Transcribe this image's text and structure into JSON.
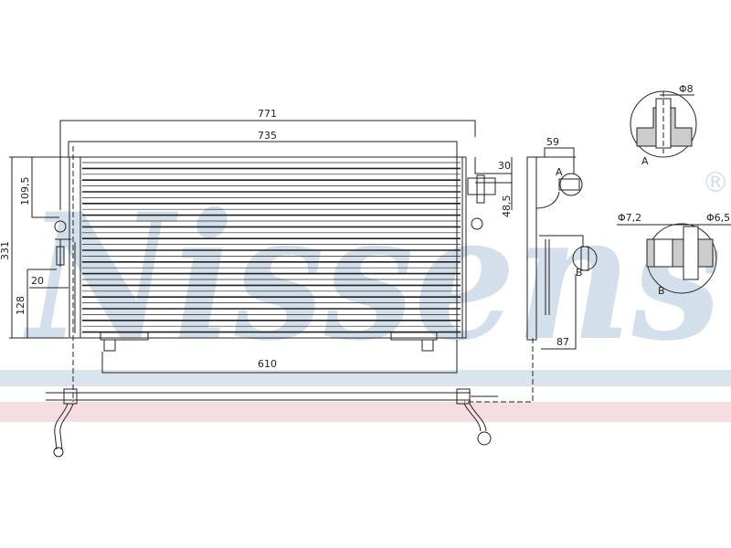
{
  "watermark": {
    "brand": "Nissens",
    "registered_mark": "®",
    "color": "#d3dfea",
    "band_blue": "#d9e4ee",
    "band_pink": "#f6dde2"
  },
  "dimensions": {
    "overall_width": "771",
    "core_width": "735",
    "height": "331",
    "upper_bracket": "109,5",
    "lower_bracket": "128",
    "offset_20": "20",
    "bottom_mounts": "610",
    "side_30": "30",
    "side_48_5": "48,5",
    "side_59": "59",
    "side_87": "87",
    "detail_a_diameter": "Φ8",
    "detail_b_diameter_1": "Φ7,2",
    "detail_b_diameter_2": "Φ6,5"
  },
  "detail_labels": {
    "a": "A",
    "b": "B"
  }
}
